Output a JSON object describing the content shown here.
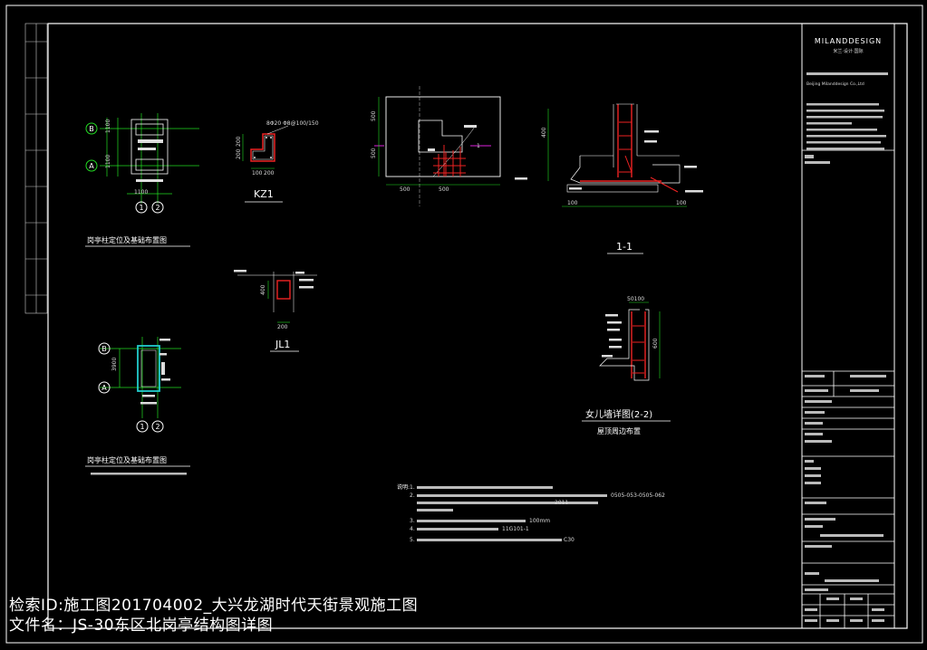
{
  "title_block": {
    "firm_logo": "MILANDDESIGN",
    "firm_tagline": "米兰·设计·国际",
    "firm_name_en": "Beijing Milanddesign Co.,Ltd"
  },
  "drawings": {
    "plan_a": {
      "caption": "岗亭柱定位及基础布置图",
      "axis_b": "B",
      "axis_a": "A",
      "axis_1": "1",
      "axis_2": "2"
    },
    "kz1": {
      "caption": "KZ1",
      "note": "8Φ20  Φ8@100/150",
      "dims": [
        "200",
        "200",
        "100",
        "200"
      ]
    },
    "section_foundation": {
      "dims": [
        "500",
        "500",
        "500",
        "500"
      ],
      "mark": "1"
    },
    "section_1_1": {
      "caption": "1-1",
      "dims": [
        "400",
        "100",
        "100"
      ]
    },
    "jl1": {
      "caption": "JL1",
      "dims": [
        "400",
        "200"
      ]
    },
    "plan_b": {
      "caption": "岗亭柱定位及基础布置图",
      "axis_b": "B",
      "axis_a": "A",
      "axis_1": "1",
      "axis_2": "2"
    },
    "parapet": {
      "caption": "女儿墙详图(2-2)",
      "sub_caption": "屋顶周边布置",
      "dims": [
        "50",
        "100",
        "600"
      ]
    }
  },
  "notes": {
    "heading": "说明:",
    "lines": [
      "1.",
      "2.",
      "3.",
      "4.",
      "5."
    ],
    "fragments": [
      "0505-053-0505-062",
      "2011",
      "100mm",
      "11G101-1",
      "C30"
    ]
  },
  "overlay": {
    "line1": "检索ID:施工图201704002_大兴龙湖时代天街景观施工图",
    "line2": "文件名：JS-30东区北岗亭结构图详图"
  }
}
